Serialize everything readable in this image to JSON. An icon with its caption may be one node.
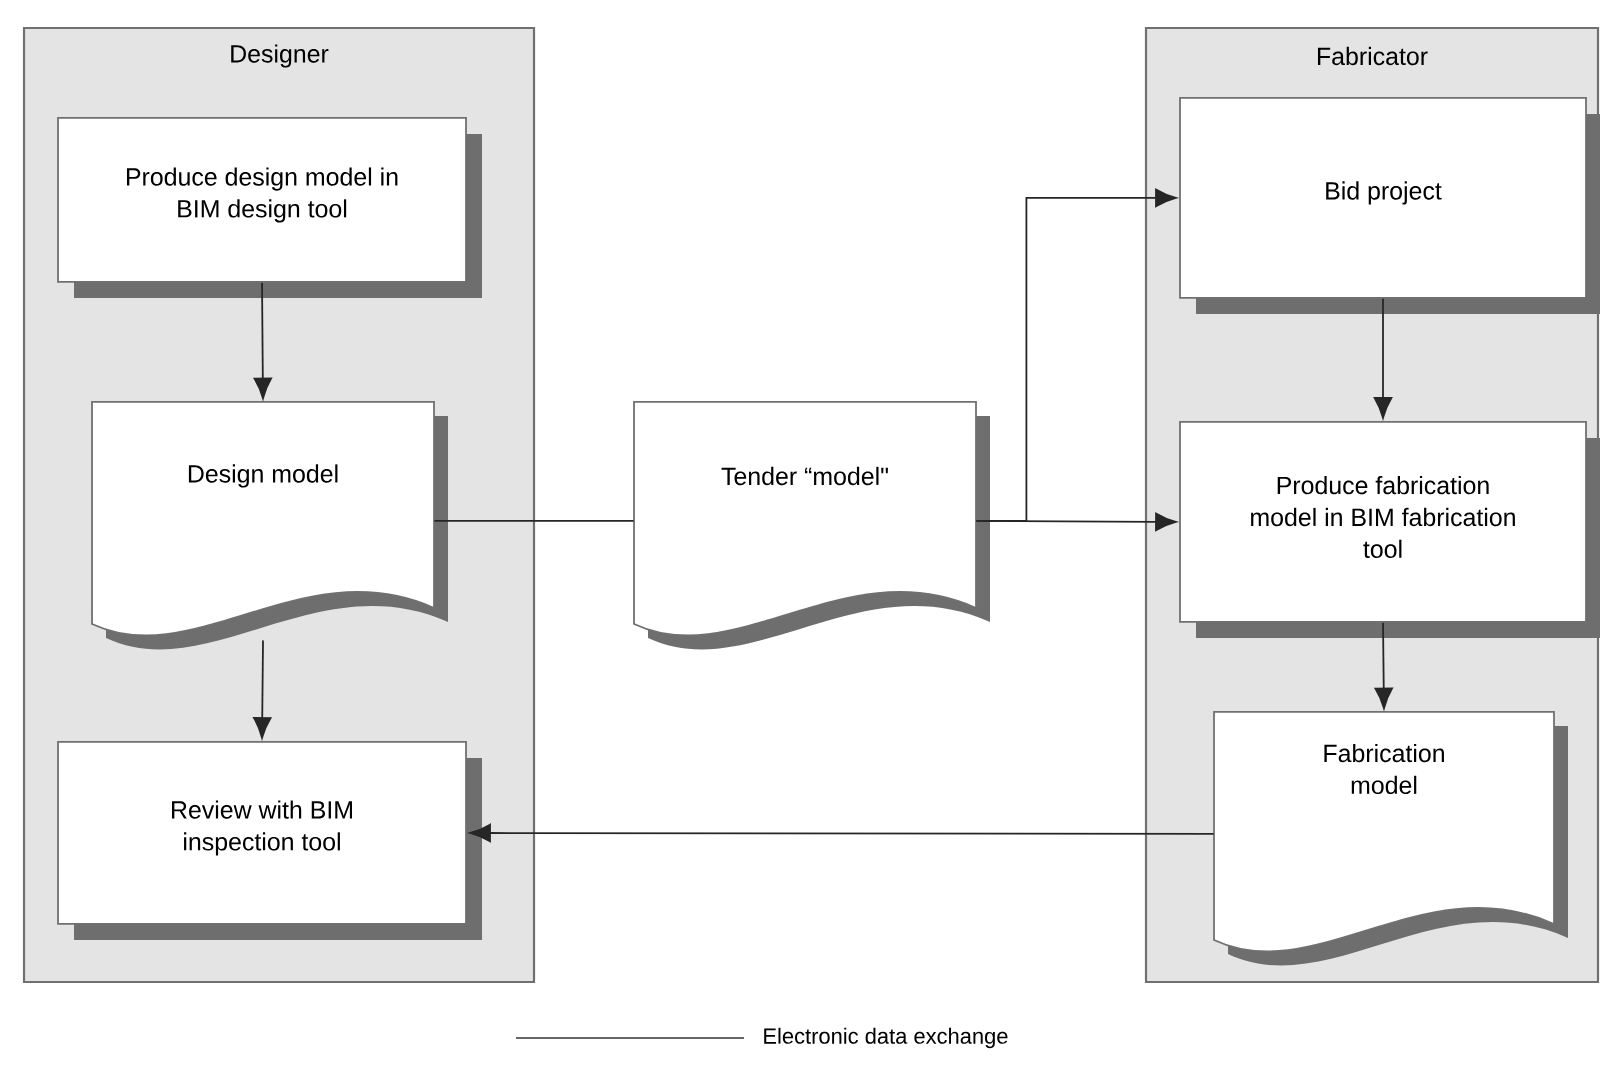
{
  "diagram": {
    "nodes": [
      {
        "text": [
          "Designer"
        ]
      },
      {
        "text": [
          "Produce design model in BIM design tool"
        ],
        "in": 0
      },
      {
        "text": [
          "Design model"
        ],
        "in": 0
      },
      {
        "text": [
          "Review with BIM inspection tool"
        ],
        "in": 0
      },
      {
        "text": [
          "Tender “model\""
        ]
      },
      {
        "text": [
          "Fabricator"
        ]
      },
      {
        "text": [
          "Bid project"
        ],
        "in": 5
      },
      {
        "text": [
          "Produce fabrication model in BIM fabrication tool"
        ],
        "in": 5
      },
      {
        "text": [
          "Fabrication model"
        ],
        "in": 5
      }
    ],
    "edges": [
      {
        "from": 1,
        "to": 2,
        "arrow": "to"
      },
      {
        "from": 2,
        "to": 3,
        "arrow": "to"
      },
      {
        "from": 2,
        "to": 4,
        "arrow": "none"
      },
      {
        "from": 4,
        "to": 6,
        "arrow": "to"
      },
      {
        "from": 4,
        "to": 7,
        "arrow": "to"
      },
      {
        "from": 6,
        "to": 7,
        "arrow": "to"
      },
      {
        "from": 7,
        "to": 8,
        "arrow": "to"
      },
      {
        "from": 8,
        "to": 3,
        "arrow": "to"
      }
    ],
    "legend": [
      {
        "text": "Electronic data exchange"
      }
    ]
  }
}
